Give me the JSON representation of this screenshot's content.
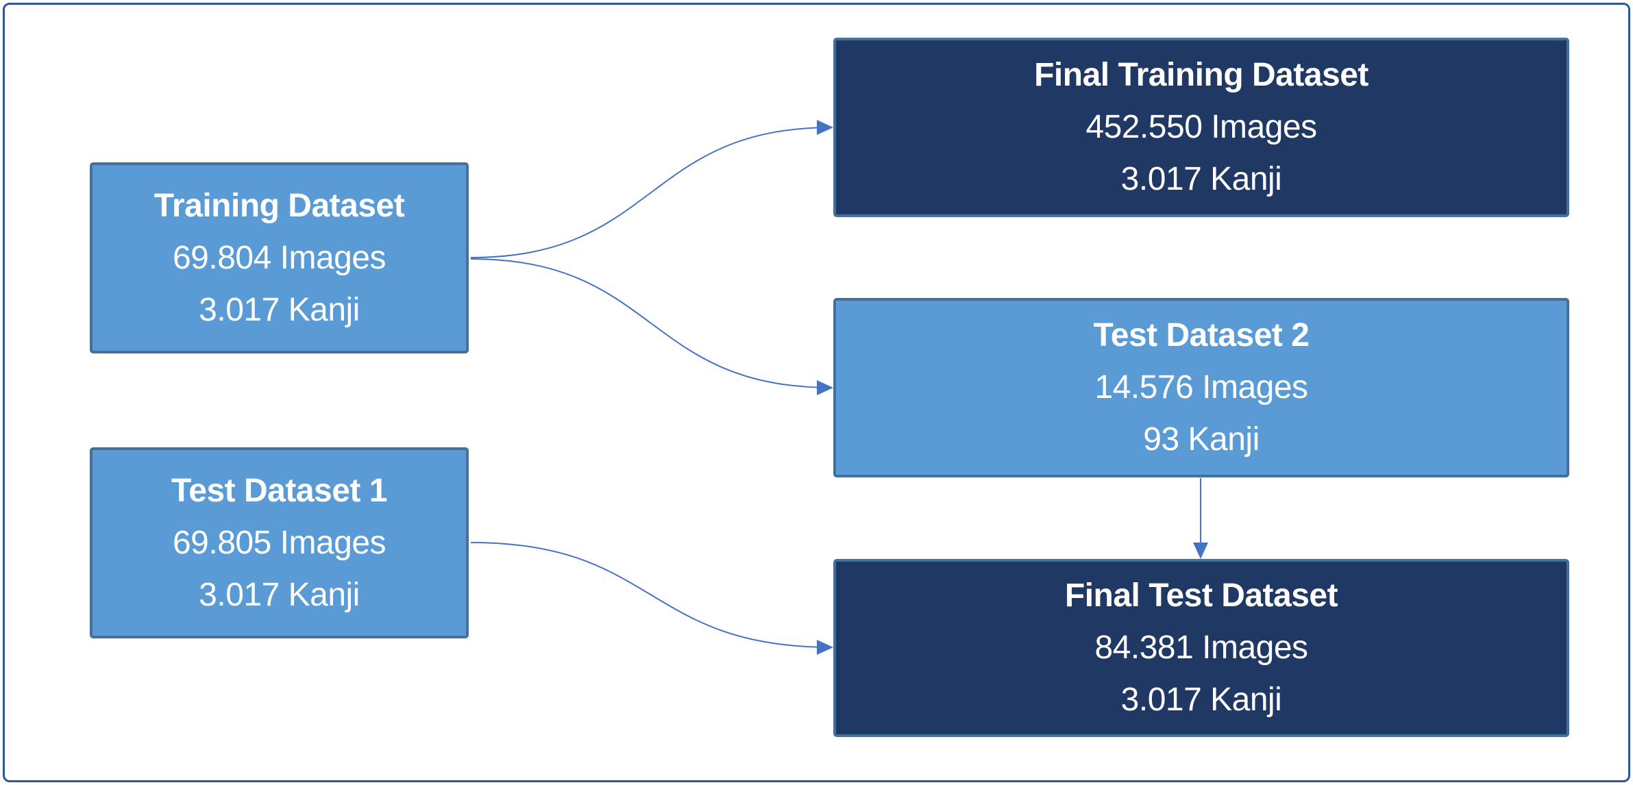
{
  "nodes": {
    "training": {
      "title": "Training Dataset",
      "images": "69.804 Images",
      "kanji": "3.017 Kanji"
    },
    "test1": {
      "title": "Test Dataset 1",
      "images": "69.805 Images",
      "kanji": "3.017 Kanji"
    },
    "final_training": {
      "title": "Final Training Dataset",
      "images": "452.550 Images",
      "kanji": "3.017 Kanji"
    },
    "test2": {
      "title": "Test Dataset 2",
      "images": "14.576 Images",
      "kanji": "93 Kanji"
    },
    "final_test": {
      "title": "Final Test Dataset",
      "images": "84.381 Images",
      "kanji": "3.017 Kanji"
    }
  },
  "colors": {
    "light": "#5B9BD5",
    "dark": "#203864",
    "border": "#41719C",
    "edge": "#4472C4",
    "frame": "#2F5597"
  }
}
